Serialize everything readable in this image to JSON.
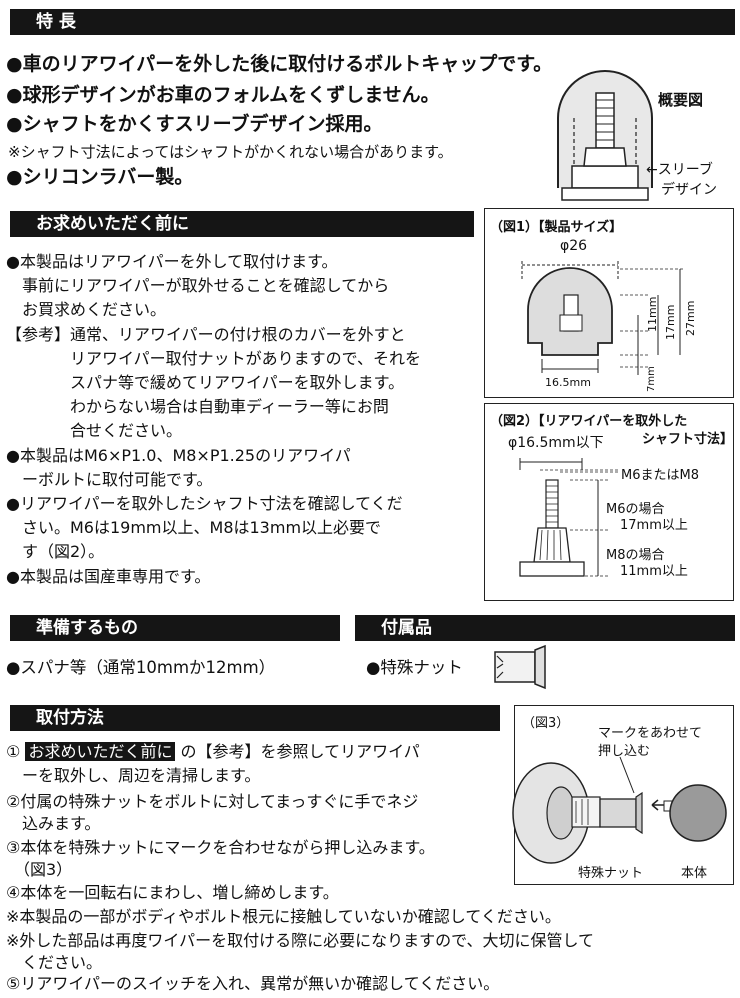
{
  "features": {
    "heading": "特 長",
    "items": [
      "●車のリアワイパーを外した後に取付けるボルトキャップです。",
      "●球形デザインがお車のフォルムをくずしません。",
      "●シャフトをかくすスリーブデザイン採用。"
    ],
    "note": "※シャフト寸法によってはシャフトがかくれない場合があります。",
    "last_item": "●シリコンラバー製。",
    "diagram_title": "概要図",
    "sleeve_label_1": "←スリーブ",
    "sleeve_label_2": "デザイン"
  },
  "before": {
    "heading": "お求めいただく前に",
    "lines": [
      "●本製品はリアワイパーを外して取付けます。",
      "　事前にリアワイパーが取外せることを確認してから",
      "　お買求めください。",
      "【参考】通常、リアワイパーの付け根のカバーを外すと",
      "　　　　リアワイパー取付ナットがありますので、それを",
      "　　　　スパナ等で緩めてリアワイパーを取外します。",
      "　　　　わからない場合は自動車ディーラー等にお問",
      "　　　　合せください。",
      "●本製品はM6×P1.0、M8×P1.25のリアワイパ",
      "　ーボルトに取付可能です。",
      "●リアワイパーを取外したシャフト寸法を確認してくだ",
      "　さい。M6は19mm以上、M8は13mm以上必要で",
      "　す（図2）。",
      "●本製品は国産車専用です。"
    ]
  },
  "fig1": {
    "caption": "（図1）【製品サイズ】",
    "dim_diameter": "φ26",
    "dim_base": "16.5mm",
    "dim_11": "11mm",
    "dim_17": "17mm",
    "dim_27": "27mm",
    "dim_7": "7mm"
  },
  "fig2": {
    "caption_1": "（図2）【リアワイパーを取外した",
    "caption_2": "シャフト寸法】",
    "dim_top": "φ16.5mm以下",
    "m6_or_m8": "M6またはM8",
    "m6_case_1": "M6の場合",
    "m6_case_2": "17mm以上",
    "m8_case_1": "M8の場合",
    "m8_case_2": "11mm以上"
  },
  "prepare": {
    "heading": "準備するもの",
    "item": "●スパナ等（通常10mmか12mm）"
  },
  "accessories": {
    "heading": "付属品",
    "item": "●特殊ナット"
  },
  "install": {
    "heading": "取付方法",
    "step1_prefix": "①",
    "step1_tag": "お求めいただく前に",
    "step1_rest": "の【参考】を参照してリアワイパ",
    "step1_line2": "　ーを取外し、周辺を清掃します。",
    "step2_line1": "②付属の特殊ナットをボルトに対してまっすぐに手でネジ",
    "step2_line2": "　込みます。",
    "step3_line1": "③本体を特殊ナットにマークを合わせながら押し込みます。",
    "step3_line2": "　（図3）",
    "step4": "④本体を一回転右にまわし、増し締めします。",
    "note1": "※本製品の一部がボディやボルト根元に接触していないか確認してください。",
    "note2_line1": "※外した部品は再度ワイパーを取付ける際に必要になりますので、大切に保管して",
    "note2_line2": "　ください。",
    "step5": "⑤リアワイパーのスイッチを入れ、異常が無いか確認してください。"
  },
  "fig3": {
    "caption": "（図3）",
    "mark_label_1": "マークをあわせて",
    "mark_label_2": "押し込む",
    "nut_label": "特殊ナット",
    "body_label": "本体"
  }
}
